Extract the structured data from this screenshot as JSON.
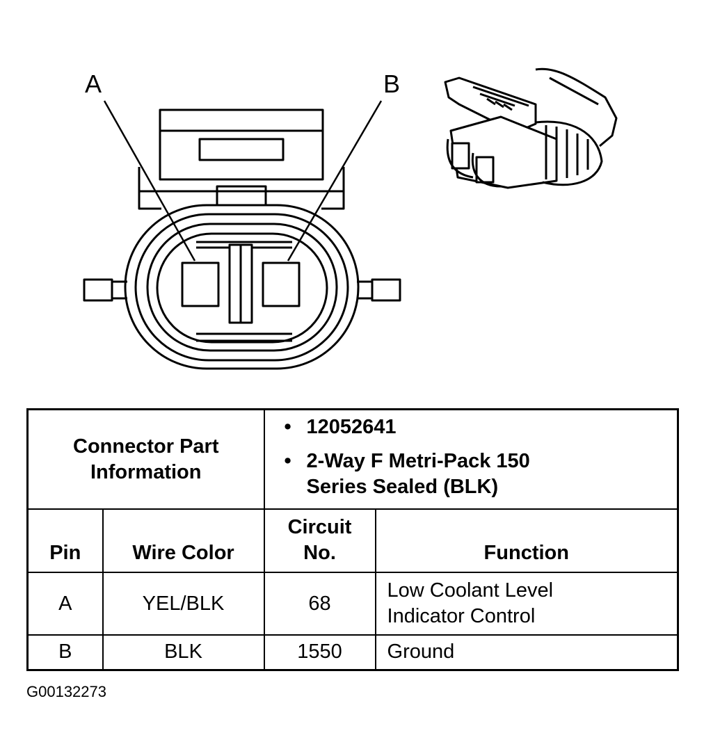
{
  "diagram": {
    "pin_labels": [
      "A",
      "B"
    ]
  },
  "table": {
    "part_info_label": "Connector Part Information",
    "part_info_items": [
      "12052641",
      "2-Way F Metri-Pack 150 Series Sealed (BLK)"
    ],
    "headers": {
      "pin": "Pin",
      "wire_color": "Wire Color",
      "circuit_no": "Circuit No.",
      "function": "Function"
    },
    "rows": [
      {
        "pin": "A",
        "wire_color": "YEL/BLK",
        "circuit": "68",
        "function": "Low Coolant Level Indicator Control"
      },
      {
        "pin": "B",
        "wire_color": "BLK",
        "circuit": "1550",
        "function": "Ground"
      }
    ]
  },
  "figure_id": "G00132273"
}
